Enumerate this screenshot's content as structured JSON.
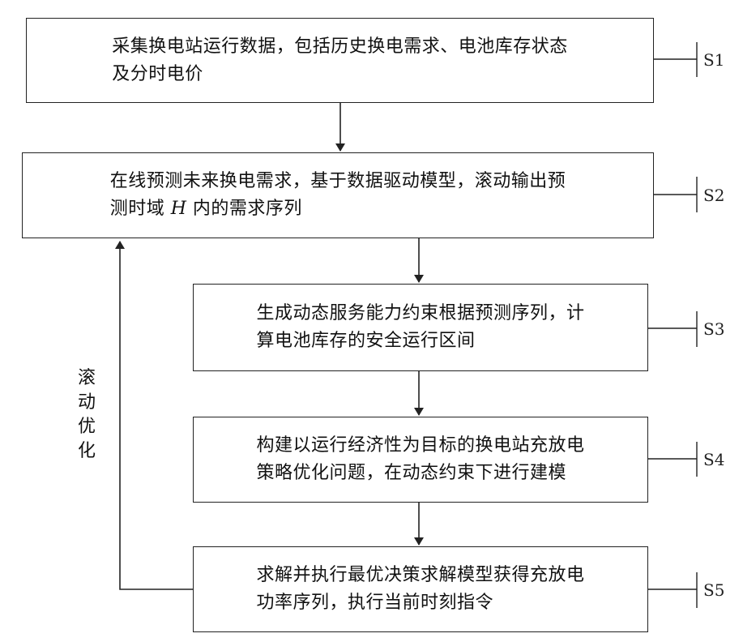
{
  "steps": [
    {
      "id": "S1",
      "label": "S1",
      "line1": "采集换电站运行数据，包括历史换电需求、电池库存状态",
      "line2": "及分时电价"
    },
    {
      "id": "S2",
      "label": "S2",
      "line1": "在线预测未来换电需求，基于数据驱动模型，滚动输出预",
      "line2_pre": "测时域 ",
      "line2_var": "H",
      "line2_post": " 内的需求序列"
    },
    {
      "id": "S3",
      "label": "S3",
      "line1": "生成动态服务能力约束根据预测序列，计",
      "line2": "算电池库存的安全运行区间"
    },
    {
      "id": "S4",
      "label": "S4",
      "line1": "构建以运行经济性为目标的换电站充放电",
      "line2": "策略优化问题，在动态约束下进行建模"
    },
    {
      "id": "S5",
      "label": "S5",
      "line1": "求解并执行最优决策求解模型获得充放电",
      "line2": "功率序列，执行当前时刻指令"
    }
  ],
  "loop": {
    "char1": "滚",
    "char2": "动",
    "char3": "优",
    "char4": "化"
  }
}
